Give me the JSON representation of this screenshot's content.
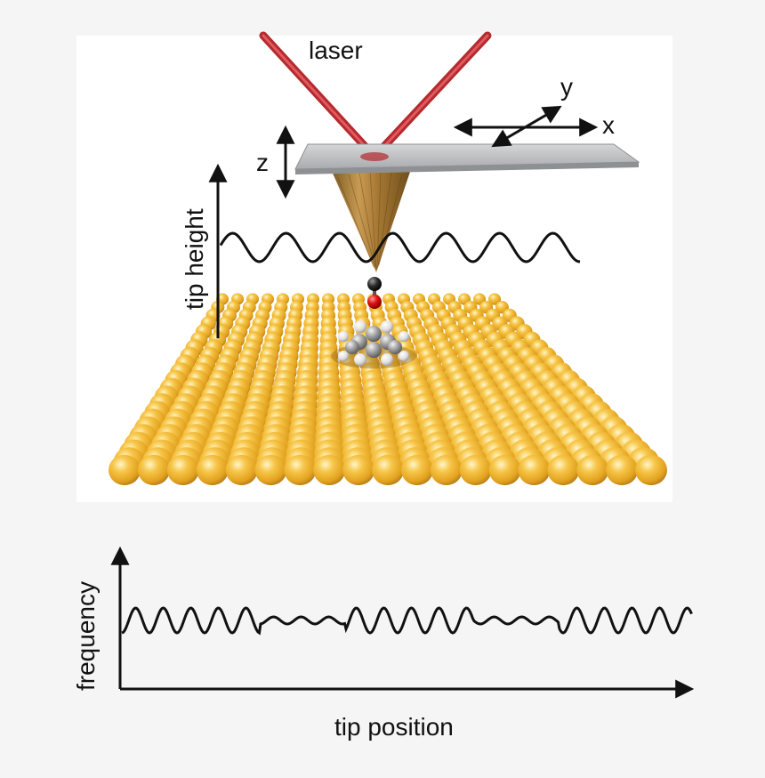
{
  "labels": {
    "laser": "laser",
    "x_axis": "x",
    "y_axis": "y",
    "z_axis": "z",
    "tip_height": "tip height",
    "frequency": "frequency",
    "tip_position": "tip position"
  },
  "colors": {
    "laser": "#b42a2e",
    "cantilever": "#bfc1c4",
    "tip": "#a57c3c",
    "gold": "#f2b531",
    "oxygen": "#e01010",
    "carbon": "#2a2a2a",
    "hydrogen": "#e8e8e8",
    "panel_bg": "#ffffff",
    "page_bg": "#f5f5f5"
  },
  "icons": {
    "cantilever_lateral_motion": "xy-double-arrow-icon",
    "cantilever_vertical_motion": "z-double-arrow-icon"
  }
}
